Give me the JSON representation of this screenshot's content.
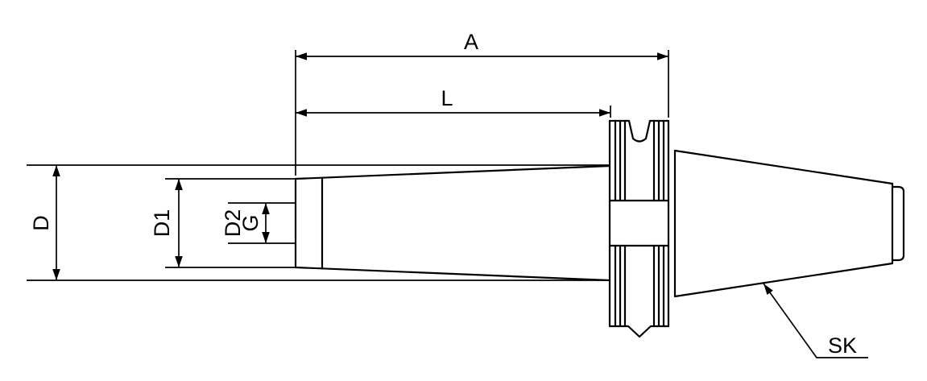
{
  "drawing": {
    "type": "technical-dimension-drawing",
    "subject": "tool-holder-arbor-with-sk-taper-shank",
    "colors": {
      "line": "#000000",
      "background": "#ffffff"
    },
    "dimensions": {
      "A": "A",
      "L": "L",
      "D": "D",
      "D1": "D1",
      "D2": "D2",
      "G": "G",
      "SK": "SK"
    }
  }
}
